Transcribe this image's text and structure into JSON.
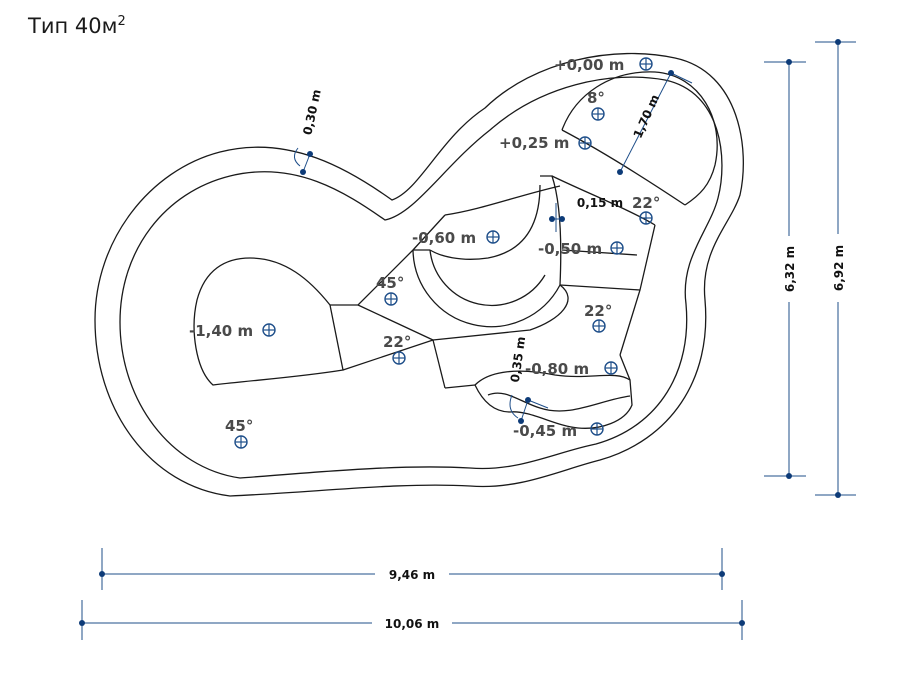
{
  "title": {
    "text": "Тип 40м",
    "sup": "2"
  },
  "dimensions": {
    "width_inner": "9,46 m",
    "width_outer": "10,06 m",
    "height_inner": "6,32 m",
    "height_outer": "6,92 m",
    "rim": "0,30 m",
    "step_1": "1,70 m",
    "step_2": "0,15 m",
    "step_3": "0,35 m"
  },
  "levels": [
    {
      "id": "level-0-00",
      "text": "+0,00 m"
    },
    {
      "id": "level-0-25",
      "text": "+0,25 m"
    },
    {
      "id": "level-minus-0-60",
      "text": "-0,60 m"
    },
    {
      "id": "level-minus-0-50",
      "text": "-0,50 m"
    },
    {
      "id": "level-minus-1-40",
      "text": "-1,40 m"
    },
    {
      "id": "level-minus-0-80",
      "text": "-0,80 m"
    },
    {
      "id": "level-minus-0-45",
      "text": "-0,45 m"
    }
  ],
  "angles": [
    {
      "id": "angle-8",
      "text": "8°"
    },
    {
      "id": "angle-22-right",
      "text": "22°"
    },
    {
      "id": "angle-45-mid",
      "text": "45°"
    },
    {
      "id": "angle-22-mid",
      "text": "22°"
    },
    {
      "id": "angle-22-lower",
      "text": "22°"
    },
    {
      "id": "angle-45-bottom",
      "text": "45°"
    }
  ]
}
